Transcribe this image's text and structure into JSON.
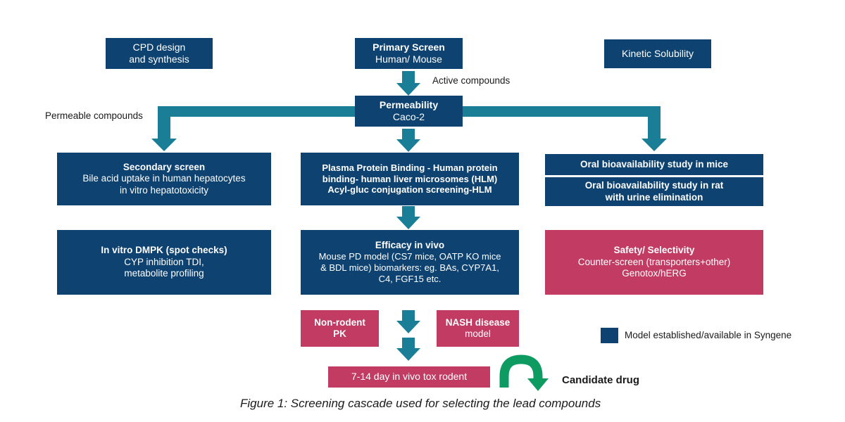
{
  "figure": {
    "caption": "Figure 1: Screening cascade used for selecting the lead compounds"
  },
  "colors": {
    "navy": "#0d4271",
    "teal": "#1a7f96",
    "crimson": "#c13b63",
    "green": "#0d9b62",
    "text_dark": "#1a1a1a",
    "background": "#ffffff"
  },
  "legend": {
    "swatch_color": "#0d4271",
    "text": "Model established/available in Syngene"
  },
  "connector_labels": {
    "active_compounds": "Active compounds",
    "permeable_compounds": "Permeable compounds",
    "candidate_drug": "Candidate drug"
  },
  "nodes": {
    "cpd_design": {
      "title": "CPD design",
      "subtitle": "and synthesis",
      "color": "navy"
    },
    "primary_screen": {
      "title": "Primary Screen",
      "subtitle": "Human/ Mouse",
      "color": "navy"
    },
    "kinetic_solubility": {
      "title": "Kinetic Solubility",
      "subtitle": "",
      "color": "navy"
    },
    "permeability": {
      "title": "Permeability",
      "subtitle": "Caco-2",
      "color": "navy"
    },
    "secondary_screen": {
      "title": "Secondary screen",
      "line2": "Bile acid uptake in human hepatocytes",
      "line3": "in vitro hepatotoxicity",
      "color": "navy"
    },
    "plasma_protein_binding": {
      "line1": "Plasma Protein Binding - Human protein",
      "line2": "binding- human liver microsomes (HLM)",
      "line3": "Acyl-gluc conjugation screening-HLM",
      "color": "navy"
    },
    "oral_bio_mice": {
      "title": "Oral bioavailability study in mice",
      "color": "navy"
    },
    "oral_bio_rat": {
      "line1": "Oral bioavailability study in rat",
      "line2": "with urine elimination",
      "color": "navy"
    },
    "in_vitro_dmpk": {
      "title": "In vitro DMPK (spot checks)",
      "line2": "CYP inhibition TDI,",
      "line3": "metabolite profiling",
      "color": "navy"
    },
    "efficacy_in_vivo": {
      "title": "Efficacy in vivo",
      "line2": "Mouse PD model (CS7 mice, OATP KO mice",
      "line3": "& BDL mice) biomarkers: eg. BAs, CYP7A1,",
      "line4": "C4, FGF15 etc.",
      "color": "navy"
    },
    "safety_selectivity": {
      "title": "Safety/ Selectivity",
      "line2": "Counter-screen (transporters+other)",
      "line3": "Genotox/hERG",
      "color": "crimson"
    },
    "non_rodent_pk": {
      "title": "Non-rodent",
      "subtitle": "PK",
      "color": "crimson"
    },
    "nash_disease": {
      "title": "NASH disease",
      "subtitle": "model",
      "color": "crimson"
    },
    "tox_rodent": {
      "title": "7-14 day in vivo tox  rodent",
      "color": "crimson"
    }
  }
}
